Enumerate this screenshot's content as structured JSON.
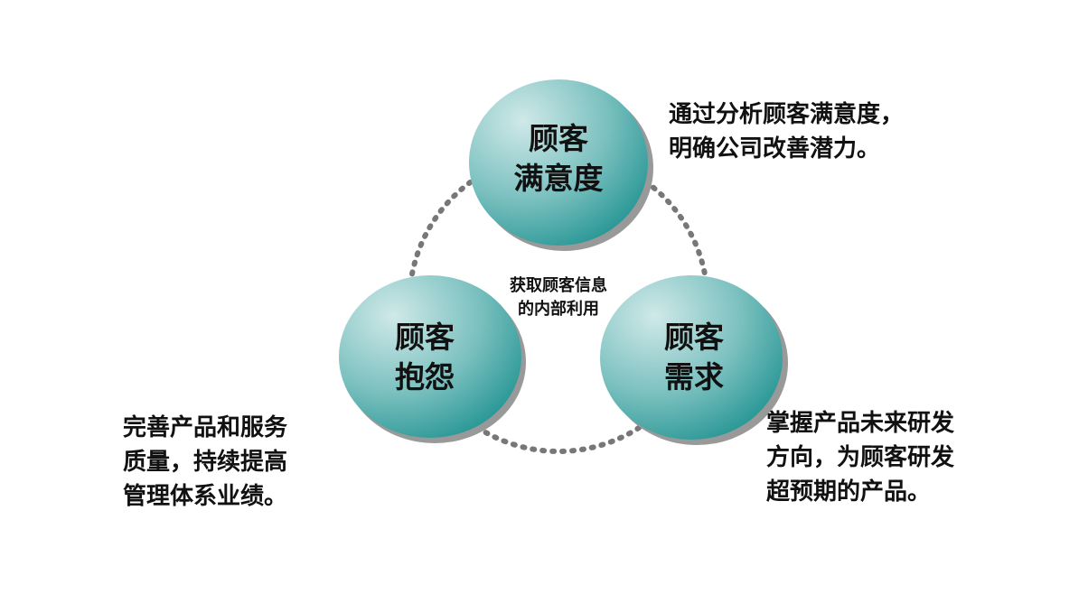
{
  "center_text": [
    "获取顾客信息",
    "的内部利用"
  ],
  "nodes": {
    "top": {
      "label": [
        "顾客",
        "满意度"
      ],
      "desc": [
        "通过分析顾客满意度，",
        "明确公司改善潜力。"
      ]
    },
    "left": {
      "label": [
        "顾客",
        "抱怨"
      ],
      "desc": [
        "完善产品和服务",
        "质量，持续提高",
        "管理体系业绩。"
      ]
    },
    "right": {
      "label": [
        "顾客",
        "需求"
      ],
      "desc": [
        "掌握产品未来研发",
        "方向，为顾客研发",
        "超预期的产品。"
      ]
    }
  },
  "colors": {
    "circle_light": "#c6e4e3",
    "circle_dark": "#2a9c9a",
    "dots": "#777777"
  }
}
